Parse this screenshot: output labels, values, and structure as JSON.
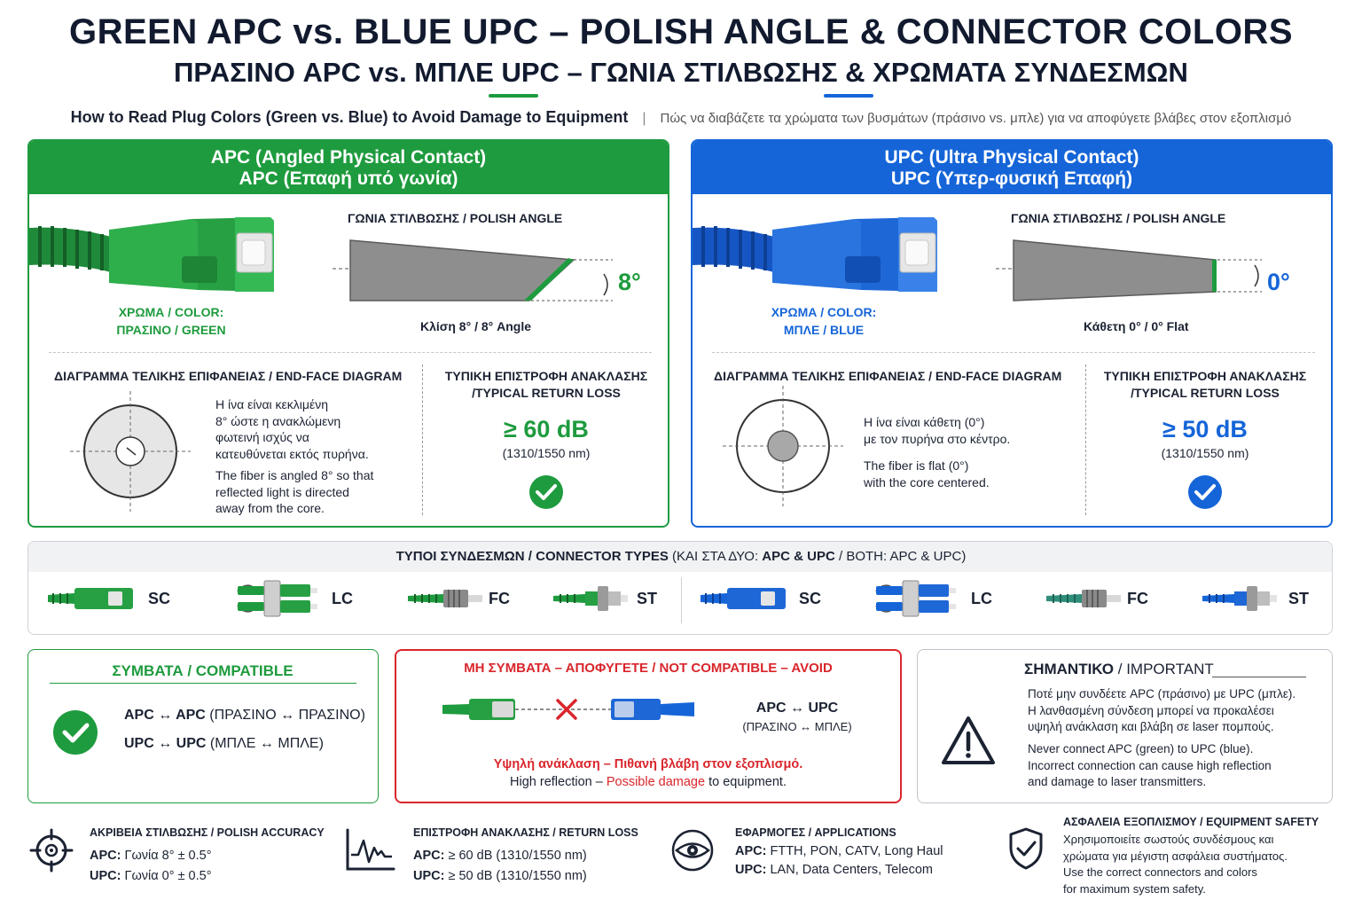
{
  "header": {
    "title_en": "GREEN APC vs. BLUE UPC – POLISH ANGLE & CONNECTOR COLORS",
    "title_gr": "ΠΡΑΣΙΝΟ APC vs. ΜΠΛΕ UPC – ΓΩΝΙΑ ΣΤΙΛΒΩΣΗΣ & ΧΡΩΜΑΤΑ ΣΥΝΔΕΣΜΩΝ",
    "subtitle_en": "How to Read Plug Colors (Green vs. Blue) to Avoid Damage to Equipment",
    "subtitle_sep": "|",
    "subtitle_gr": "Πώς να διαβάζετε τα χρώματα των βυσμάτων (πράσινο vs. μπλε) για να αποφύγετε βλάβες στον εξοπλισμό"
  },
  "colors": {
    "apc_green": "#1e9b3e",
    "upc_blue": "#1565d8",
    "avoid_red": "#d9262c"
  },
  "apc": {
    "head_line1_bold": "APC",
    "head_line1_rest": " (Angled Physical Contact)",
    "head_line2": "APC (Επαφή υπό γωνία)",
    "color_label_1": "ΧΡΩΜΑ / COLOR:",
    "color_label_2": "ΠΡΑΣΙΝΟ / GREEN",
    "polish_title": "ΓΩΝΙΑ ΣΤΙΛΒΩΣΗΣ / POLISH ANGLE",
    "angle_value": "8°",
    "angle_caption": "Κλίση 8° / 8° Angle",
    "endface_title": "ΔΙΑΓΡΑΜΜΑ ΤΕΛΙΚΗΣ ΕΠΙΦΑΝΕΙΑΣ / END-FACE DIAGRAM",
    "desc_gr": [
      "Η ίνα είναι κεκλιμένη",
      "8° ώστε η ανακλώμενη",
      "φωτεινή ισχύς να",
      "κατευθύνεται εκτός πυρήνα."
    ],
    "desc_en": [
      "The fiber is angled 8° so that",
      "reflected light is directed",
      "away from the core."
    ],
    "rl_title_1": "ΤΥΠΙΚΗ ΕΠΙΣΤΡΟΦΗ ΑΝΑΚΛΑΣΗΣ",
    "rl_title_2": "/TYPICAL RETURN LOSS",
    "rl_value": "≥ 60 dB",
    "rl_wave": "(1310/1550 nm)",
    "check_icon": "check-circle-icon"
  },
  "upc": {
    "head_line1_bold": "UPC",
    "head_line1_rest": " (Ultra Physical Contact)",
    "head_line2": "UPC (Υπερ-φυσική Επαφή)",
    "color_label_1": "ΧΡΩΜΑ / COLOR:",
    "color_label_2": "ΜΠΛΕ / BLUE",
    "polish_title": "ΓΩΝΙΑ ΣΤΙΛΒΩΣΗΣ / POLISH ANGLE",
    "angle_value": "0°",
    "angle_caption": "Κάθετη 0° / 0° Flat",
    "endface_title": "ΔΙΑΓΡΑΜΜΑ ΤΕΛΙΚΗΣ ΕΠΙΦΑΝΕΙΑΣ / END-FACE DIAGRAM",
    "desc_gr": [
      "Η ίνα είναι κάθετη (0°)",
      "με τον πυρήνα στο κέντρο."
    ],
    "desc_en": [
      "The fiber is flat (0°)",
      "with the core centered."
    ],
    "rl_title_1": "ΤΥΠΙΚΗ ΕΠΙΣΤΡΟΦΗ ΑΝΑΚΛΑΣΗΣ",
    "rl_title_2": "/TYPICAL RETURN LOSS",
    "rl_value": "≥ 50 dB",
    "rl_wave": "(1310/1550 nm)",
    "check_icon": "check-circle-icon"
  },
  "types": {
    "head_bold_1": "ΤΥΠΟΙ ΣΥΝΔΕΣΜΩΝ / CONNECTOR TYPES",
    "head_normal_1": " (ΚΑΙ ΣΤΑ ΔΥΟ: ",
    "head_bold_2": "APC & UPC",
    "head_normal_2": " / BOTH: APC & UPC)",
    "green": [
      "SC",
      "LC",
      "FC",
      "ST"
    ],
    "blue": [
      "SC",
      "LC",
      "FC",
      "ST"
    ]
  },
  "compatible": {
    "title": "ΣΥΜΒΑΤΑ / COMPATIBLE",
    "row1_bold": "APC ↔ APC",
    "row1_rest": " (ΠΡΑΣΙΝΟ ↔ ΠΡΑΣΙΝΟ)",
    "row2_bold": "UPC ↔ UPC",
    "row2_rest": " (ΜΠΛΕ ↔ ΜΠΛΕ)"
  },
  "avoid": {
    "title": "ΜΗ ΣΥΜΒΑΤΑ – ΑΠΟΦΥΓΕΤΕ / NOT COMPATIBLE – AVOID",
    "pair": "APC ↔ UPC",
    "pair_gr": "(ΠΡΑΣΙΝΟ ↔ ΜΠΛΕ)",
    "warn_gr": "Υψηλή ανάκλαση – Πιθανή βλάβη στον εξοπλισμό.",
    "warn_en_1": "High reflection – ",
    "warn_en_red": "Possible damage",
    "warn_en_2": " to equipment."
  },
  "important": {
    "title_bold": "ΣΗΜΑΝΤΙΚΟ",
    "title_rest": " / IMPORTANT",
    "gr": [
      "Ποτέ μην συνδέετε APC (πράσινο) με UPC (μπλε).",
      "Η λανθασμένη σύνδεση μπορεί να προκαλέσει",
      "υψηλή ανάκλαση και βλάβη σε laser πομπούς."
    ],
    "en": [
      "Never connect APC (green) to UPC (blue).",
      "Incorrect connection can cause high reflection",
      "and damage to laser transmitters."
    ]
  },
  "footer": [
    {
      "icon": "crosshair-icon",
      "title": "ΑΚΡΙΒΕΙΑ ΣΤΙΛΒΩΣΗΣ / POLISH ACCURACY",
      "l1_bold": "APC:",
      "l1": " Γωνία 8° ± 0.5°",
      "l2_bold": "UPC:",
      "l2": " Γωνία 0° ± 0.5°"
    },
    {
      "icon": "waveform-chart-icon",
      "title": "ΕΠΙΣΤΡΟΦΗ ΑΝΑΚΛΑΣΗΣ / RETURN LOSS",
      "l1_bold": "APC:",
      "l1": " ≥ 60 dB (1310/1550 nm)",
      "l2_bold": "UPC:",
      "l2": " ≥ 50 dB (1310/1550 nm)"
    },
    {
      "icon": "network-eye-icon",
      "title": "ΕΦΑΡΜΟΓΕΣ / APPLICATIONS",
      "l1_bold": "APC:",
      "l1": " FTTH, PON, CATV, Long Haul",
      "l2_bold": "UPC:",
      "l2": " LAN, Data Centers, Telecom"
    },
    {
      "icon": "shield-check-icon",
      "title": "ΑΣΦΑΛΕΙΑ ΕΞΟΠΛΙΣΜΟΥ / EQUIPMENT SAFETY",
      "lines": [
        "Χρησιμοποιείτε σωστούς συνδέσμους και",
        "χρώματα για μέγιστη ασφάλεια συστήματος.",
        "Use the correct connectors and colors",
        "for maximum system safety."
      ]
    }
  ]
}
